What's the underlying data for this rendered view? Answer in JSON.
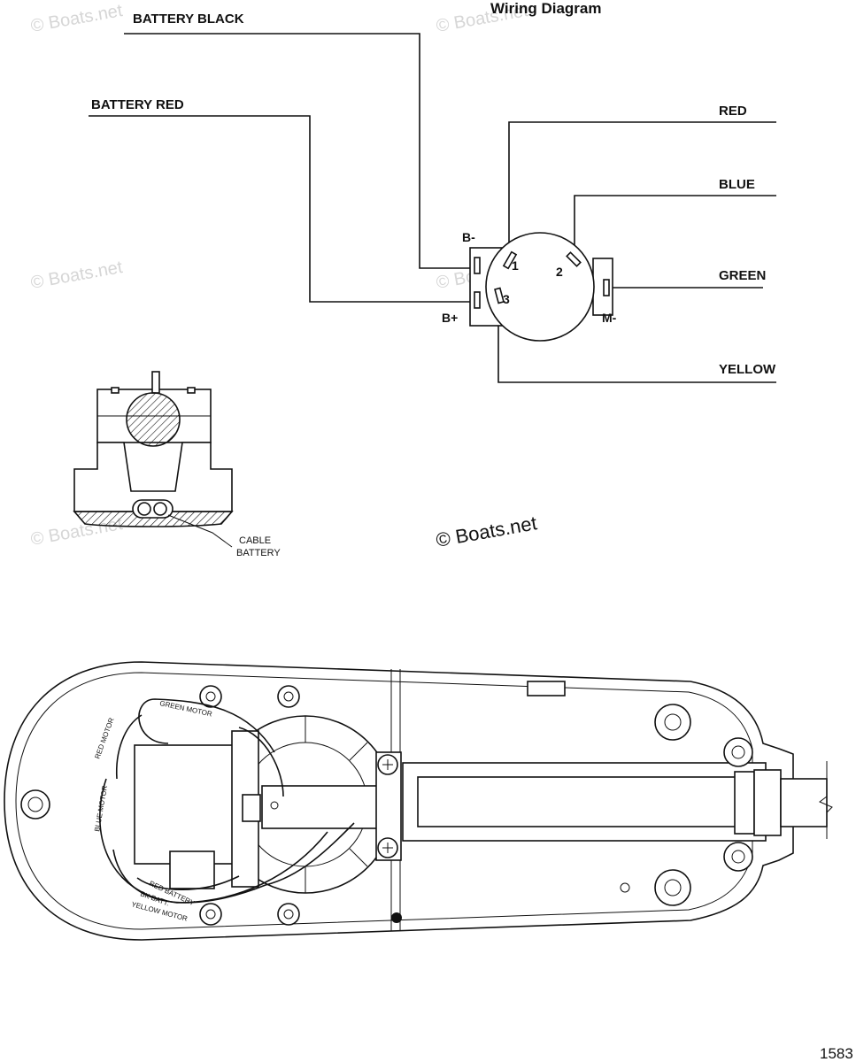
{
  "title": "Wiring Diagram",
  "wires": {
    "battery_black": "BATTERY BLACK",
    "battery_red": "BATTERY RED",
    "red": "RED",
    "blue": "BLUE",
    "green": "GREEN",
    "yellow": "YELLOW"
  },
  "terminals": {
    "b_minus": "B-",
    "b_plus": "B+",
    "m_minus": "M-",
    "pin1": "1",
    "pin2": "2",
    "pin3": "3"
  },
  "cable_label": {
    "line1": "CABLE",
    "line2": "BATTERY"
  },
  "harness_labels": {
    "green_motor": "GREEN MOTOR",
    "red_motor": "RED MOTOR",
    "blue_motor": "BLUE MOTOR",
    "red_battery": "RED BATTERY",
    "bk_batt": "BK BATT.",
    "yellow_motor": "YELLOW MOTOR"
  },
  "copyright": "© Boats.net",
  "watermark": "© Boats.net",
  "figure_number": "1583"
}
